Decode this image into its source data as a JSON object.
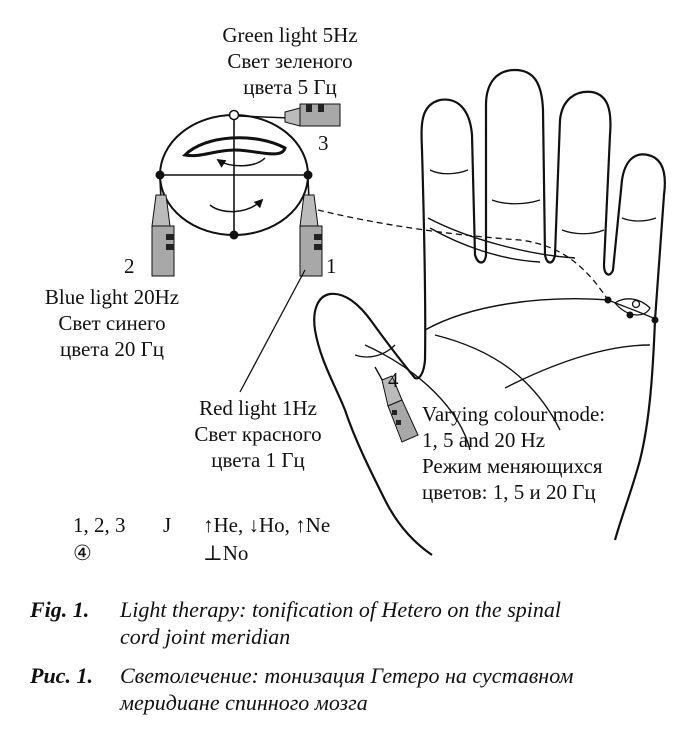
{
  "labels": {
    "green": [
      "Green light 5Hz",
      "Свет зеленого",
      "цвета 5 Гц"
    ],
    "blue": [
      "Blue light 20Hz",
      "Свет синего",
      "цвета 20 Гц"
    ],
    "red": [
      "Red light 1Hz",
      "Свет красного",
      "цвета 1 Гц"
    ],
    "varying": [
      "Varying colour mode:",
      "1, 5 and 20 Hz",
      "Режим меняющихся",
      "цветов: 1, 5 и 20 Гц"
    ],
    "numbers": {
      "one": "1",
      "two": "2",
      "three": "3",
      "four": "4"
    }
  },
  "legend": {
    "row1_nums": "1, 2, 3",
    "row1_j": "J",
    "row1_effect": "↑He, ↓Ho, ↑Ne",
    "row2_num": "④",
    "row2_effect": "⊥No"
  },
  "caption": {
    "en_label": "Fig. 1.",
    "en_line1": "Light therapy: tonification of Hetero on the spinal",
    "en_line2": "cord joint meridian",
    "ru_label": "Рис. 1.",
    "ru_line1": "Светолечение: тонизация Гетеро на суставном",
    "ru_line2": "меридиане спинного мозга"
  }
}
